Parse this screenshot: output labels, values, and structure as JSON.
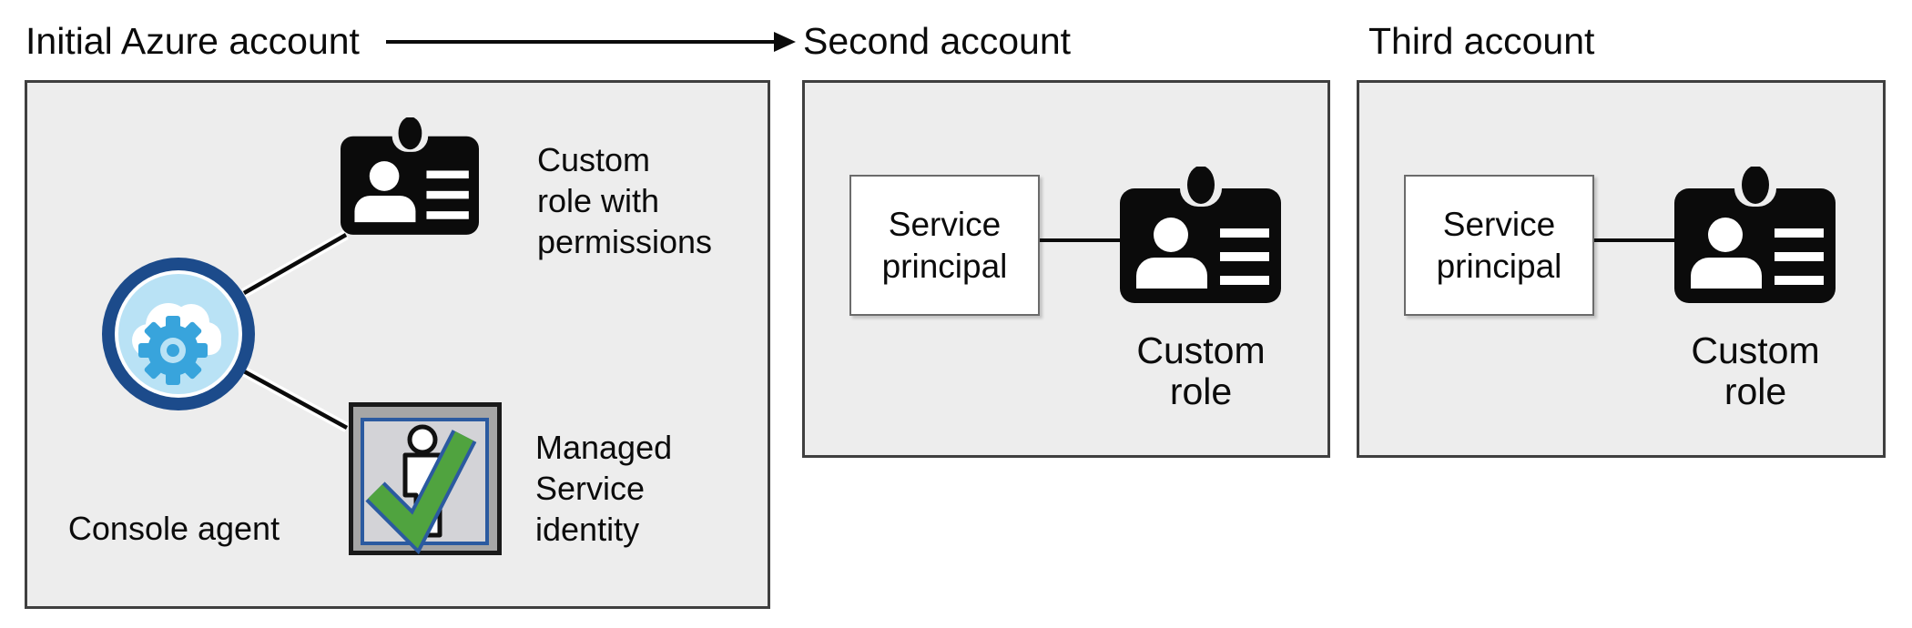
{
  "titles": {
    "initial": "Initial Azure account",
    "second": "Second account",
    "third": "Third account"
  },
  "accounts": {
    "initial": {
      "console_agent_label": "Console agent",
      "custom_role_label": "Custom\nrole with\npermissions",
      "managed_identity_label": "Managed\nService\nidentity"
    },
    "second": {
      "service_principal_label": "Service\nprincipal",
      "custom_role_label": "Custom\nrole"
    },
    "third": {
      "service_principal_label": "Service\nprincipal",
      "custom_role_label": "Custom\nrole"
    }
  },
  "colors": {
    "box_fill": "#EDEDED",
    "box_border": "#3F3F3F",
    "agent_ring_navy": "#1C4B8B",
    "agent_fill_light_blue": "#B9E2F5",
    "gear_blue": "#38A4DC",
    "badge_black": "#0B0B0B",
    "check_green": "#50A33F",
    "identity_frame_gray": "#A6A6A6",
    "identity_inner_gray": "#D3D3D7",
    "identity_border_blue": "#2B5AA0",
    "service_principal_fill": "#FFFFFF"
  }
}
